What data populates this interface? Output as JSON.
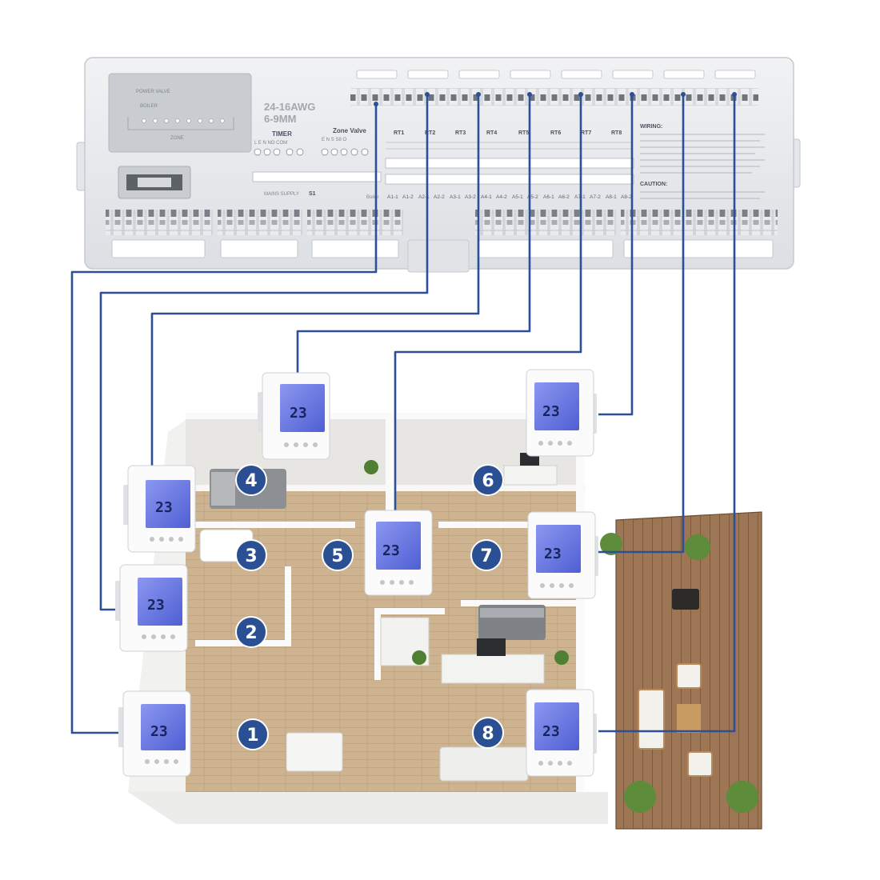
{
  "controller": {
    "panel_top": "POWER  VALVE",
    "panel_boiler": "BOILER",
    "panel_zone": "ZONE",
    "wire_size_1": "24-16AWG",
    "wire_size_2": "6-9MM",
    "timer_label": "TIMER",
    "timer_terms": "L   E   N    NO COM",
    "zone_valve_label": "Zone Valve",
    "zone_valve_terms": "E  N  S  S8  O",
    "mains_supply": "MAINS SUPPLY",
    "s1": "S1",
    "boiler": "Boiler",
    "rt_labels": [
      "RT1",
      "RT2",
      "RT3",
      "RT4",
      "RT5",
      "RT6",
      "RT7",
      "RT8"
    ],
    "actuator_labels": [
      "A1-1",
      "A1-2",
      "A2-1",
      "A2-2",
      "A3-1",
      "A3-2",
      "A4-1",
      "A4-2",
      "A5-1",
      "A5-2",
      "A6-1",
      "A6-2",
      "A7-1",
      "A7-2",
      "A8-1",
      "A8-2"
    ],
    "wiring_title": "WIRING:",
    "caution_title": "CAUTION:"
  },
  "thermostats": {
    "display_temp": "23"
  },
  "zones": [
    "1",
    "2",
    "3",
    "4",
    "5",
    "6",
    "7",
    "8"
  ],
  "colors": {
    "wire": "#2c4f95",
    "badge": "#2a4f92",
    "lcd": "#5b6bd8",
    "floor": "#c9ae8a",
    "deck": "#9a7453"
  }
}
